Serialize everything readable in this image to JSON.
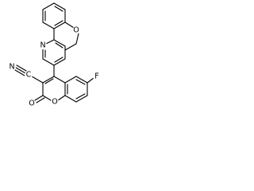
{
  "atoms": {
    "ring_oxygen": "O",
    "pyridine_nitrogen": "N",
    "nitrile_nitrogen": "N",
    "nitrile_carbon": "C",
    "fluorine": "F",
    "lactone_ring_oxygen": "O",
    "carbonyl_oxygen": "O"
  }
}
